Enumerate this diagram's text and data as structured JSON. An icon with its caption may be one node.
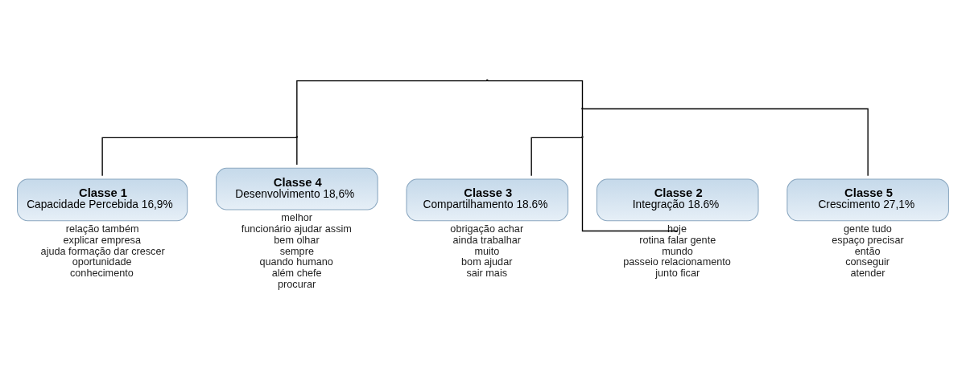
{
  "diagram": {
    "nodes": [
      {
        "text": [],
        "shape": "point"
      },
      {
        "text": [],
        "shape": "point"
      },
      {
        "text": [],
        "shape": "point"
      },
      {
        "text": [],
        "shape": "point"
      },
      {
        "text": [
          "Classe 1",
          "Capacidade Percebida 16,9%"
        ],
        "beside": [
          "relação também",
          "explicar empresa",
          "ajuda formação dar crescer",
          "oportunidade",
          "conhecimento"
        ]
      },
      {
        "text": [
          "Classe 4",
          "Desenvolvimento 18,6%"
        ],
        "beside": [
          "melhor",
          "funcionário ajudar assim",
          "bem olhar",
          "sempre",
          "quando humano",
          "além chefe",
          "procurar"
        ]
      },
      {
        "text": [
          "Classe 3",
          "Compartilhamento 18.6%"
        ],
        "beside": [
          "obrigação achar",
          "ainda trabalhar",
          "muito",
          "bom ajudar",
          "sair mais"
        ]
      },
      {
        "text": [
          "Classe 2",
          "Integração 18.6%"
        ],
        "beside": [
          "hoje",
          "rotina falar gente",
          "mundo",
          "passeio relacionamento",
          "junto ficar"
        ]
      },
      {
        "text": [
          "Classe 5",
          "Crescimento 27,1%"
        ],
        "beside": [
          "gente tudo",
          "espaço precisar",
          "então",
          "conseguir",
          "atender"
        ]
      }
    ],
    "edges": [
      {
        "from": 0,
        "to": 1,
        "arrow": "none"
      },
      {
        "from": 0,
        "to": 2,
        "arrow": "none"
      },
      {
        "from": 1,
        "to": 4,
        "arrow": "none"
      },
      {
        "from": 1,
        "to": 5,
        "arrow": "none"
      },
      {
        "from": 2,
        "to": 3,
        "arrow": "none"
      },
      {
        "from": 2,
        "to": 8,
        "arrow": "none"
      },
      {
        "from": 3,
        "to": 6,
        "arrow": "none"
      },
      {
        "from": 3,
        "to": 7,
        "arrow": "none"
      }
    ]
  }
}
